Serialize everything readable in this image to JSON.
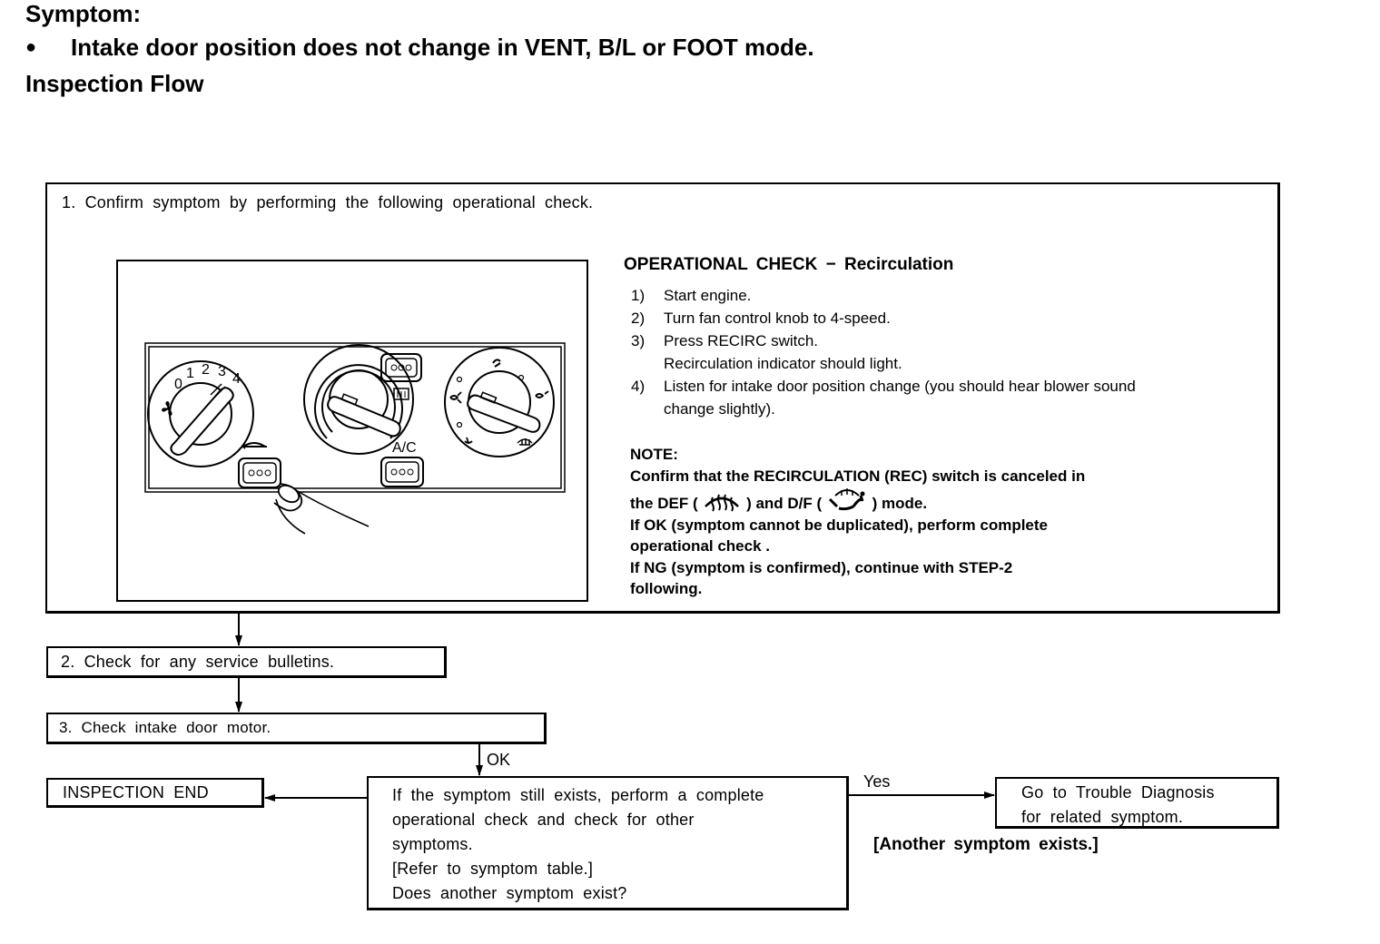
{
  "header": {
    "symptom_label": "Symptom:",
    "bullet": "●",
    "symptom_text": "Intake door position does not change in VENT, B/L or FOOT mode.",
    "flow_title": "Inspection Flow"
  },
  "step1": {
    "text": "1. Confirm symptom by performing the following operational check.",
    "panel_labels": {
      "fan_speeds": [
        "0",
        "1",
        "2",
        "3",
        "4"
      ],
      "ac": "A/C"
    },
    "operational_check": {
      "title": "OPERATIONAL CHECK − Recirculation",
      "steps": [
        {
          "num": "1)",
          "text": "Start engine."
        },
        {
          "num": "2)",
          "text": "Turn fan control knob to 4-speed."
        },
        {
          "num": "3)",
          "text": "Press RECIRC switch."
        },
        {
          "num": "",
          "text": "Recirculation indicator should light."
        },
        {
          "num": "4)",
          "text": "Listen for intake door position change (you should hear blower sound"
        },
        {
          "num": "",
          "text": "change slightly)."
        }
      ]
    },
    "note": {
      "label": "NOTE:",
      "line1": "Confirm that the RECIRCULATION (REC) switch is canceled in",
      "line2_a": "the DEF (",
      "line2_b": ") and D/F (",
      "line2_c": ") mode.",
      "line3": "If OK (symptom cannot be duplicated), perform complete",
      "line4": "operational check .",
      "line5": "If NG (symptom is confirmed), continue with STEP-2",
      "line6": "following."
    }
  },
  "step2": {
    "text": "2. Check for any service bulletins."
  },
  "step3": {
    "text": "3. Check intake door motor."
  },
  "ok_label": "OK",
  "inspection_end": "INSPECTION END",
  "question": {
    "lines": [
      "If the symptom still exists, perform a complete",
      "operational check and check for other",
      "symptoms.",
      "[Refer to symptom table.]",
      "Does another symptom exist?"
    ]
  },
  "yes_label": "Yes",
  "go_to": {
    "lines": [
      "Go to Trouble Diagnosis",
      "for related symptom."
    ]
  },
  "another_symptom": "[Another symptom exists.]",
  "icons": [
    "def-icon",
    "df-icon",
    "fan-icon",
    "recirc-icon",
    "rear-defog-icon",
    "vent-icon",
    "bilevel-icon",
    "foot-icon",
    "hand-pointer-icon"
  ]
}
